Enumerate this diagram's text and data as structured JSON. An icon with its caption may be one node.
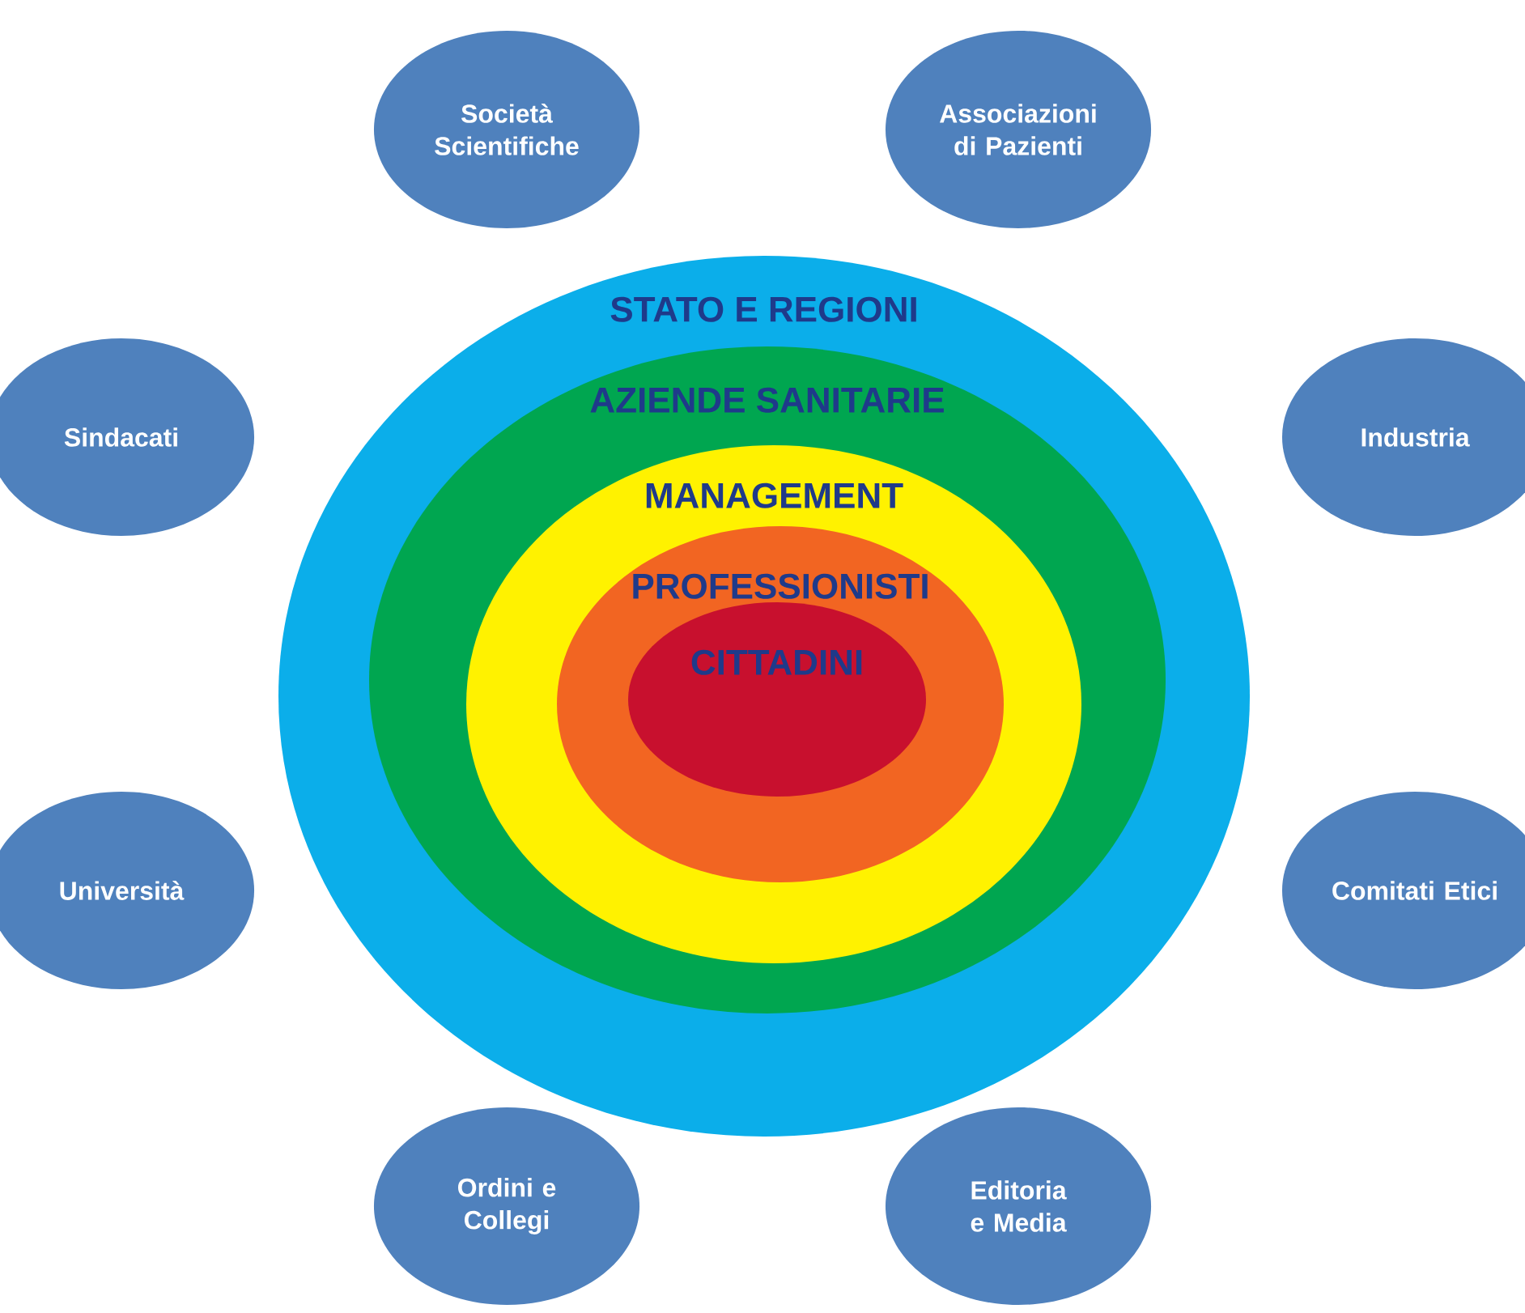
{
  "diagram": {
    "nodes": [
      {
        "text": [
          "STATO E REGIONI"
        ]
      },
      {
        "text": [
          "AZIENDE SANITARIE"
        ],
        "in": 0
      },
      {
        "text": [
          "MANAGEMENT"
        ],
        "in": 1
      },
      {
        "text": [
          "PROFESSIONISTI"
        ],
        "in": 2
      },
      {
        "text": [
          "CITTADINI"
        ],
        "in": 3
      },
      {
        "text": [
          "Società Scientifiche"
        ]
      },
      {
        "text": [
          "Associazioni di Pazienti"
        ]
      },
      {
        "text": [
          "Sindacati"
        ]
      },
      {
        "text": [
          "Industria"
        ]
      },
      {
        "text": [
          "Università"
        ]
      },
      {
        "text": [
          "Comitati Etici"
        ]
      },
      {
        "text": [
          "Ordini e Collegi"
        ]
      },
      {
        "text": [
          "Editoria e Media"
        ]
      }
    ]
  }
}
